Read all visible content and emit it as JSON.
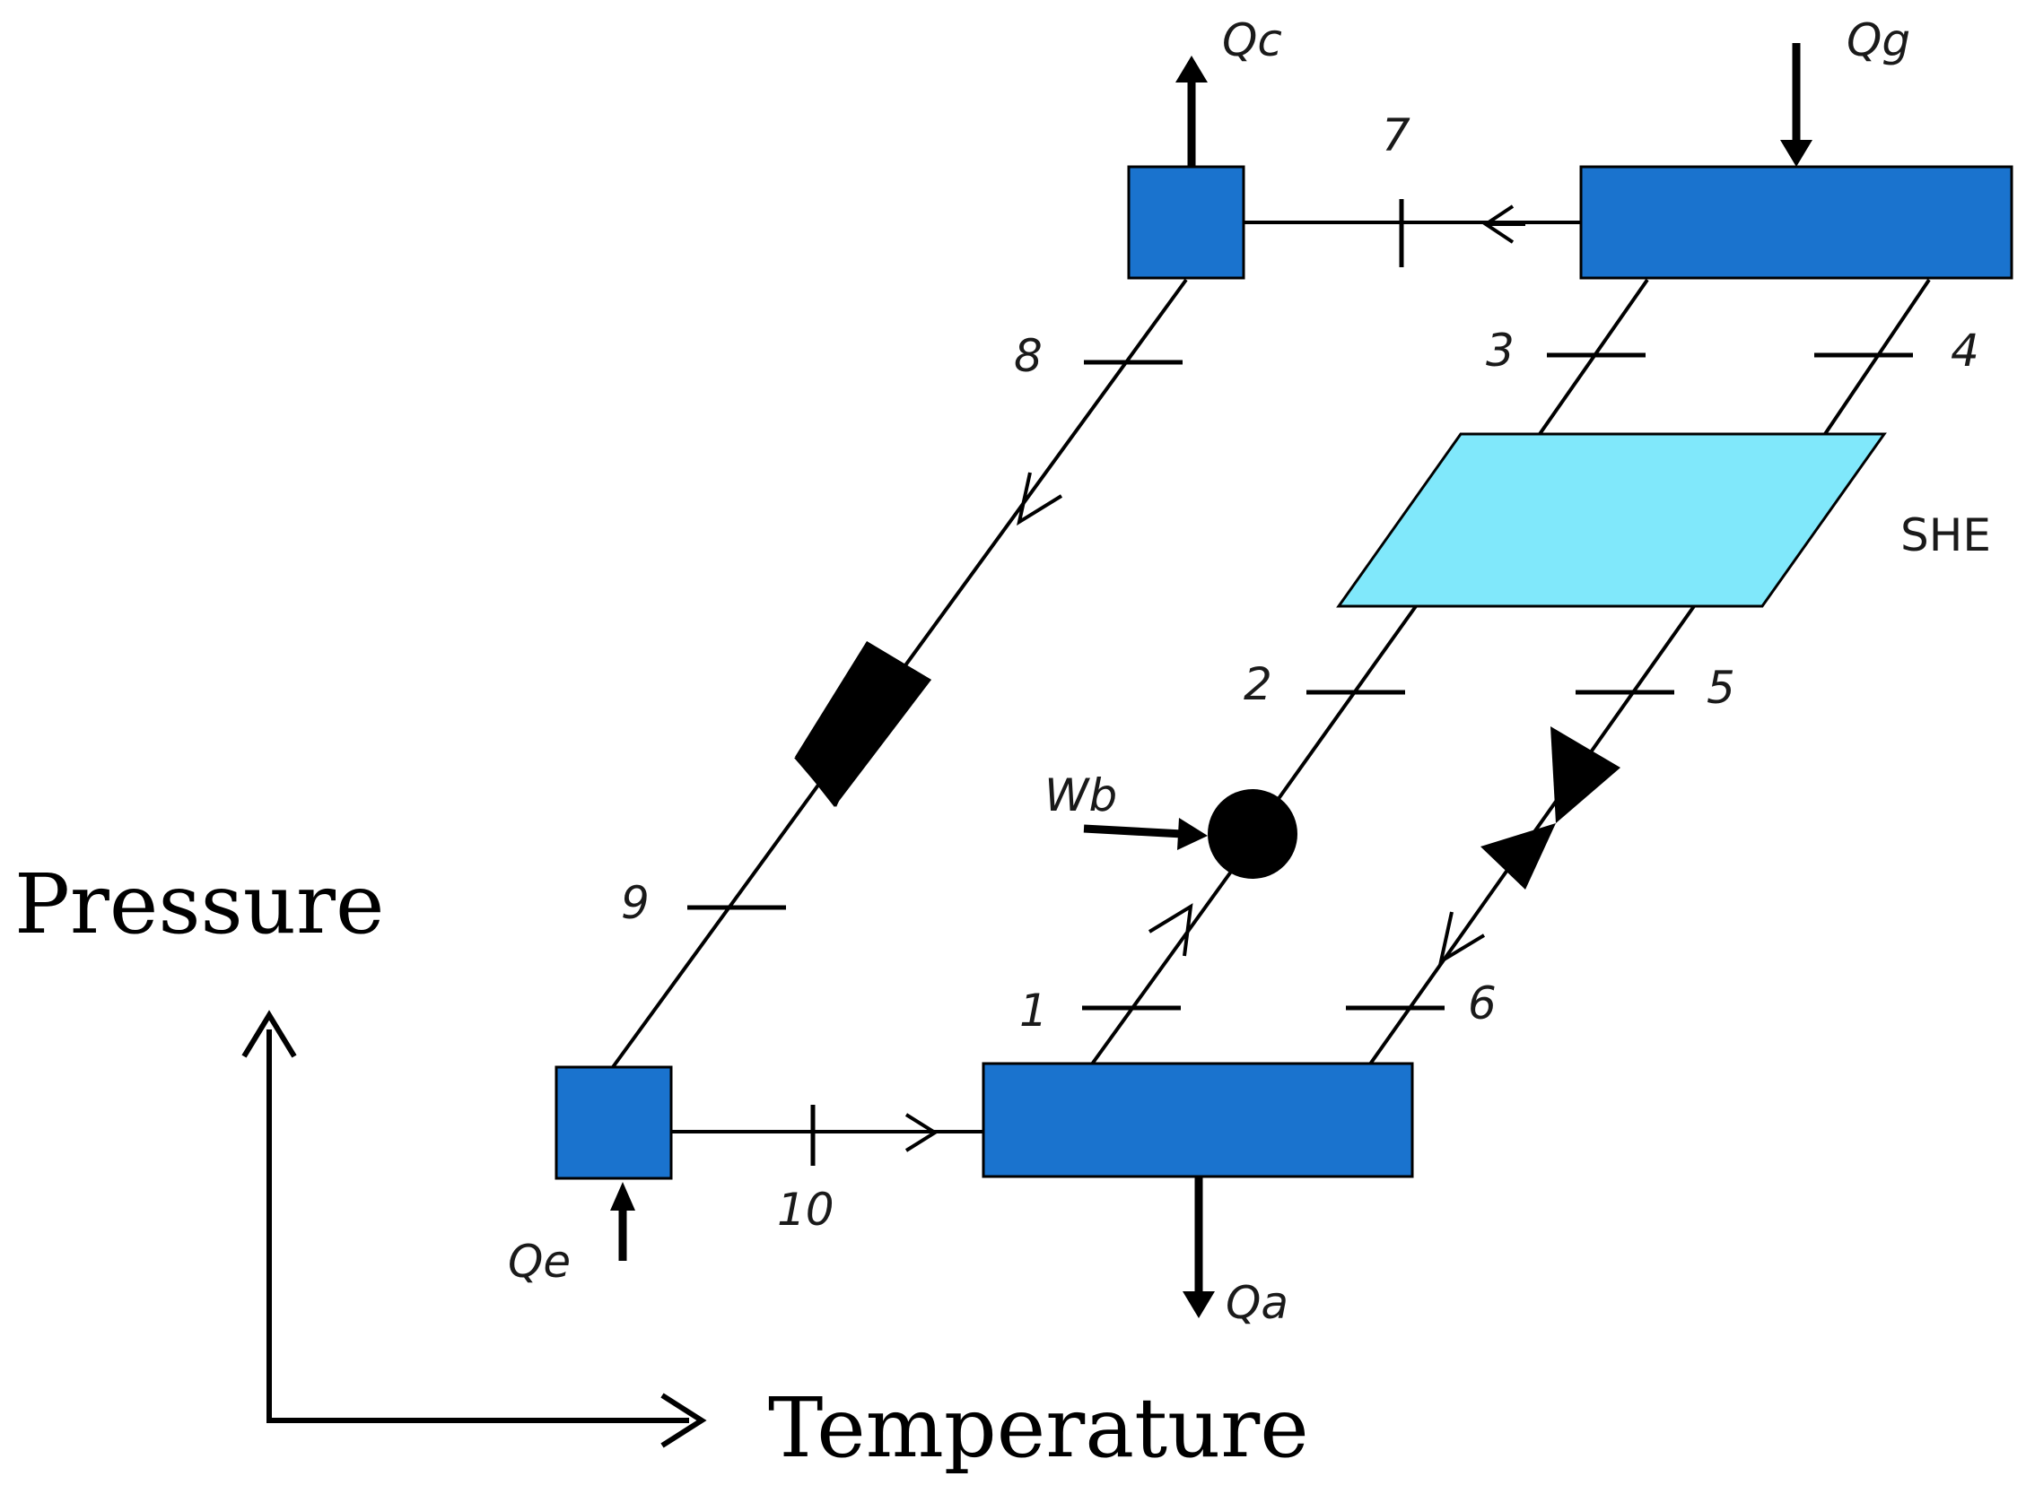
{
  "colors": {
    "component_fill": "#1A73CE",
    "heat_exchanger_fill": "#80E8FB",
    "line": "#000000"
  },
  "labels": {
    "qc": "Qc",
    "qg": "Qg",
    "qe": "Qe",
    "qa": "Qa",
    "wb": "Wb",
    "she": "SHE"
  },
  "states": [
    "1",
    "2",
    "3",
    "4",
    "5",
    "6",
    "7",
    "8",
    "9",
    "10"
  ],
  "axes": {
    "x": "Temperature",
    "y": "Pressure"
  },
  "components": [
    "condenser",
    "generator",
    "evaporator",
    "absorber",
    "solution-heat-exchanger",
    "pump",
    "refrigerant-expansion-valve",
    "solution-expansion-valve"
  ]
}
